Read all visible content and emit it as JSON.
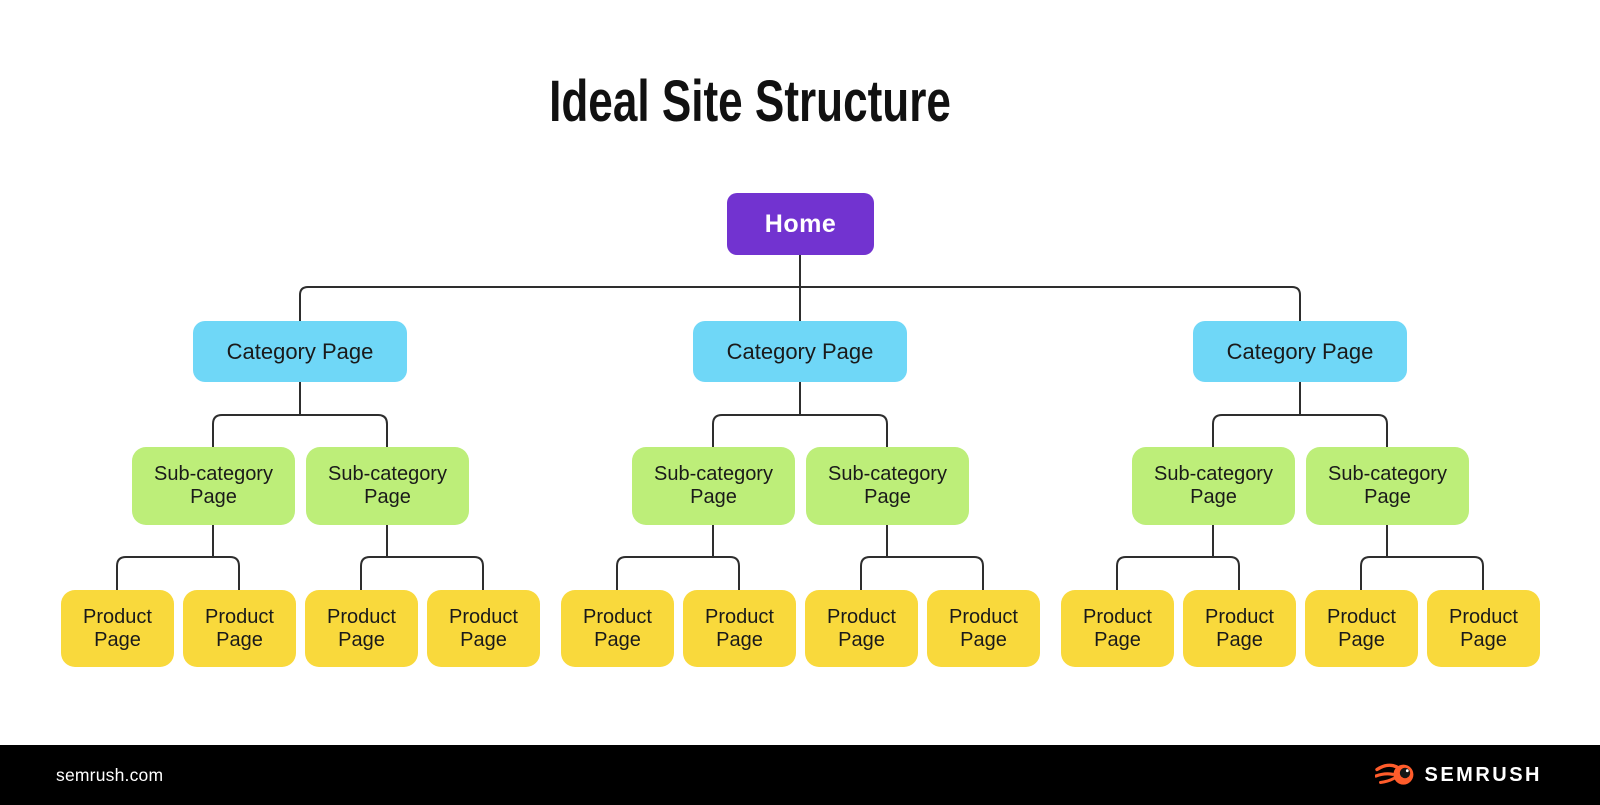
{
  "title": "Ideal Site Structure",
  "colors": {
    "home_fill": "#7233D0",
    "home_text": "#FFFFFF",
    "category_fill": "#6FD7F7",
    "subcategory_fill": "#BDEE79",
    "product_fill": "#F9D93C",
    "node_text": "#1A1A1A",
    "connector": "#2E2E2E",
    "footer_bg": "#000000",
    "footer_text": "#FFFFFF",
    "logo_orange": "#FF5C2B"
  },
  "tree": {
    "home": {
      "label": "Home"
    },
    "branches": [
      {
        "category": {
          "label": "Category Page"
        },
        "subcategories": [
          {
            "label": "Sub-category Page",
            "products": [
              {
                "label": "Product Page"
              },
              {
                "label": "Product Page"
              }
            ]
          },
          {
            "label": "Sub-category Page",
            "products": [
              {
                "label": "Product Page"
              },
              {
                "label": "Product Page"
              }
            ]
          }
        ]
      },
      {
        "category": {
          "label": "Category Page"
        },
        "subcategories": [
          {
            "label": "Sub-category Page",
            "products": [
              {
                "label": "Product Page"
              },
              {
                "label": "Product Page"
              }
            ]
          },
          {
            "label": "Sub-category Page",
            "products": [
              {
                "label": "Product Page"
              },
              {
                "label": "Product Page"
              }
            ]
          }
        ]
      },
      {
        "category": {
          "label": "Category Page"
        },
        "subcategories": [
          {
            "label": "Sub-category Page",
            "products": [
              {
                "label": "Product Page"
              },
              {
                "label": "Product Page"
              }
            ]
          },
          {
            "label": "Sub-category Page",
            "products": [
              {
                "label": "Product Page"
              },
              {
                "label": "Product Page"
              }
            ]
          }
        ]
      }
    ]
  },
  "footer": {
    "website": "semrush.com",
    "brand": "SEMRUSH"
  }
}
